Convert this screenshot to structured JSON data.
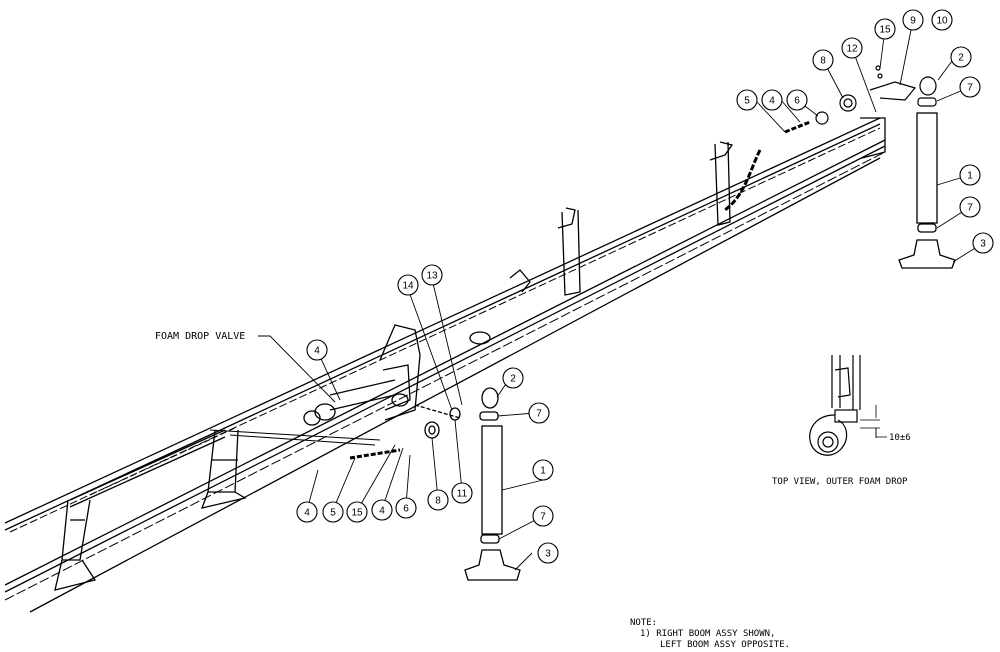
{
  "labels": {
    "foam_drop_valve": "FOAM DROP VALVE",
    "top_view": "TOP VIEW, OUTER FOAM DROP",
    "dimension": "10±6",
    "note_title": "NOTE:",
    "note_line1": "1) RIGHT BOOM ASSY SHOWN,",
    "note_line2": "LEFT BOOM ASSY OPPOSITE."
  },
  "balloons": [
    "5",
    "4",
    "6",
    "8",
    "12",
    "15",
    "9",
    "10",
    "2",
    "7",
    "1",
    "7",
    "3",
    "14",
    "13",
    "4",
    "2",
    "7",
    "1",
    "7",
    "3",
    "4",
    "5",
    "15",
    "4",
    "6",
    "8",
    "11"
  ]
}
